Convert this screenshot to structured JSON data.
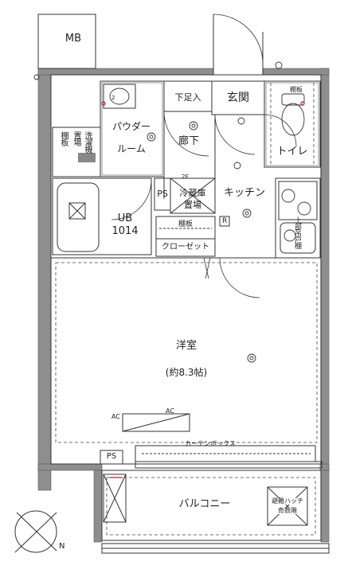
{
  "rooms": {
    "mb": "MB",
    "shoe_storage": "下足入",
    "entrance": "玄関",
    "powder_room_1": "パウダー",
    "powder_room_2": "ルーム",
    "hallway": "廊下",
    "toilet": "トイレ",
    "ps_upper": "PS",
    "kitchen": "キッチン",
    "fridge_1": "冷蔵庫",
    "fridge_2": "置場",
    "ub_1": "UB",
    "ub_2": "1014",
    "shelf": "棚板",
    "closet": "クローゼット",
    "washer_1": "洗濯機",
    "washer_2": "置場",
    "washer_shelf": "棚板",
    "western_room": "洋室",
    "western_room_size": "(約8.3帖)",
    "curtain_box": "カーテンボックス",
    "ps_lower": "PS",
    "balcony": "バルコニー",
    "escape_hatch_1": "避難ハッチ",
    "escape_hatch_2": "奇数階",
    "toilet_shelf": "棚板",
    "upper_cabinet": "上部吊戸棚"
  },
  "symbols": {
    "ac_outlet": "AC",
    "ac_unit": "AC",
    "range_hood": "R",
    "north": "N",
    "outlet_2": "2",
    "outlet_2e": "2E"
  },
  "colors": {
    "wall": "#8e8e8e",
    "line": "#333333",
    "accent": "#c23a3a"
  }
}
